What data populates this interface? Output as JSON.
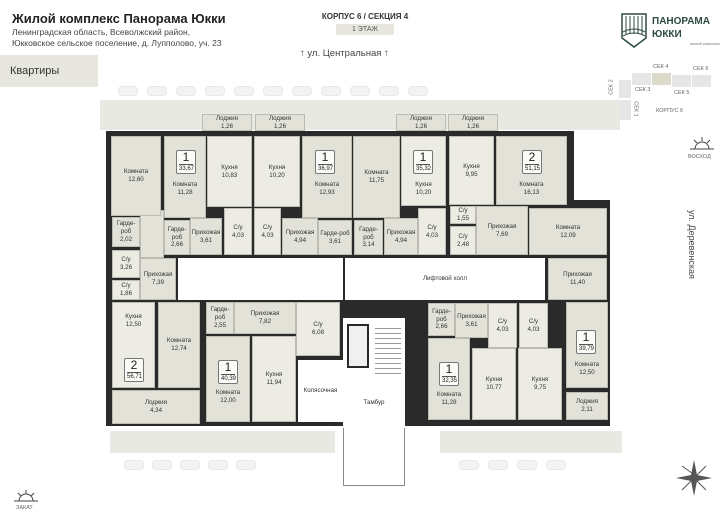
{
  "header": {
    "title": "Жилой комплекс Панорама Юкки",
    "address_line1": "Ленинградская область, Всеволжский район,",
    "address_line2": "Юкковское сельское поселение, д. Лупполово, уч. 23",
    "korpus_section": "КОРПУС 6 / СЕКЦИЯ 4",
    "floor": "1 ЭТАЖ",
    "flats_tab": "Квартиры"
  },
  "logo": {
    "line1": "ПАНОРАМА",
    "line2": "ЮККИ",
    "tagline": "жилой комплекс"
  },
  "streets": {
    "top": "ул. Центральная",
    "right": "ул. Деревенская"
  },
  "key_plan": {
    "sections": [
      "СЕК 1",
      "СЕК 2",
      "СЕК 3",
      "СЕК 4",
      "СЕК 5",
      "СЕК 6"
    ],
    "korpus": "КОРПУС 6",
    "active": "СЕК 4",
    "sunrise": "ВОСХОД",
    "sunset": "ЗАКАТ"
  },
  "colors": {
    "active_section": "#dcdacb",
    "room": "#e3e2d9",
    "wall": "#2a2a2a"
  },
  "rooms": [
    {
      "n": "Комната",
      "a": "12,60"
    },
    {
      "n": "Комната",
      "a": "11,28"
    },
    {
      "n": "Кухня",
      "a": "10,83"
    },
    {
      "n": "Кухня",
      "a": "10,20"
    },
    {
      "n": "Комната",
      "a": "12,93"
    },
    {
      "n": "Комната",
      "a": "11,75"
    },
    {
      "n": "Кухня",
      "a": "10,20"
    },
    {
      "n": "Кухня",
      "a": "9,95"
    },
    {
      "n": "Комната",
      "a": "16,13"
    },
    {
      "n": "Комната",
      "a": "12,09"
    },
    {
      "n": "Лоджия",
      "a": "1,26"
    },
    {
      "n": "Лоджия",
      "a": "1,26"
    },
    {
      "n": "Лоджия",
      "a": "1,26"
    },
    {
      "n": "Лоджия",
      "a": "1,26"
    },
    {
      "n": "Гарде-роб",
      "a": "2,02"
    },
    {
      "n": "Гарде-роб",
      "a": "2,66"
    },
    {
      "n": "Прихожая",
      "a": "3,61"
    },
    {
      "n": "С/у",
      "a": "4,03"
    },
    {
      "n": "С/у",
      "a": "4,03"
    },
    {
      "n": "Прихожая",
      "a": "4,94"
    },
    {
      "n": "Гарде-роб",
      "a": "3,61"
    },
    {
      "n": "Гарде-роб",
      "a": "3,14"
    },
    {
      "n": "Прихожая",
      "a": "4,94"
    },
    {
      "n": "С/у",
      "a": "4,03"
    },
    {
      "n": "С/у",
      "a": "1,55"
    },
    {
      "n": "С/у",
      "a": "2,48"
    },
    {
      "n": "Прихожая",
      "a": "7,69"
    },
    {
      "n": "С/у",
      "a": "3,26"
    },
    {
      "n": "С/у",
      "a": "1,86"
    },
    {
      "n": "Прихожая",
      "a": "7,39"
    },
    {
      "n": "Лифтовой холл",
      "a": ""
    },
    {
      "n": "Прихожая",
      "a": "11,40"
    },
    {
      "n": "Кухня",
      "a": "12,50"
    },
    {
      "n": "Комната",
      "a": "12,74"
    },
    {
      "n": "Лоджия",
      "a": "4,34"
    },
    {
      "n": "Гарде-роб",
      "a": "2,55"
    },
    {
      "n": "Прихожая",
      "a": "7,82"
    },
    {
      "n": "С/у",
      "a": "6,08"
    },
    {
      "n": "Комната",
      "a": "12,00"
    },
    {
      "n": "Кухня",
      "a": "11,94"
    },
    {
      "n": "Колясочная",
      "a": ""
    },
    {
      "n": "Тамбур",
      "a": ""
    },
    {
      "n": "Гарде-роб",
      "a": "2,66"
    },
    {
      "n": "Прихожая",
      "a": "3,61"
    },
    {
      "n": "С/у",
      "a": "4,03"
    },
    {
      "n": "С/у",
      "a": "4,03"
    },
    {
      "n": "Комната",
      "a": "11,28"
    },
    {
      "n": "Кухня",
      "a": "10,77"
    },
    {
      "n": "Кухня",
      "a": "9,75"
    },
    {
      "n": "Комната",
      "a": "12,50"
    },
    {
      "n": "Лоджия",
      "a": "2,11"
    }
  ],
  "apartments": [
    {
      "rooms": "1",
      "area": "33,67"
    },
    {
      "rooms": "1",
      "area": "36,97"
    },
    {
      "rooms": "1",
      "area": "35,32"
    },
    {
      "rooms": "2",
      "area": "51,15"
    },
    {
      "rooms": "2",
      "area": "56,71"
    },
    {
      "rooms": "1",
      "area": "40,39"
    },
    {
      "rooms": "1",
      "area": "32,35"
    },
    {
      "rooms": "1",
      "area": "39,79"
    }
  ]
}
